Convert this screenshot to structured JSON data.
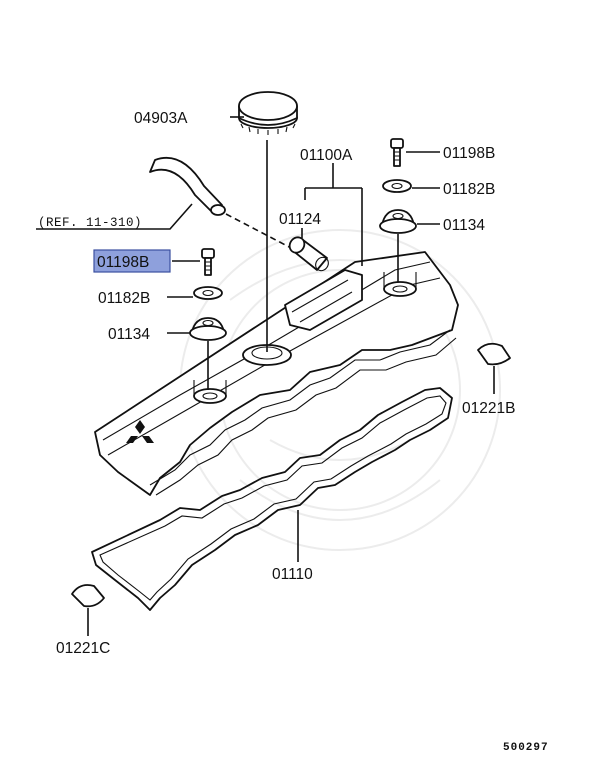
{
  "labels": {
    "cap": "04903A",
    "cover_assy": "01100A",
    "bolt_right": "01198B",
    "washer_right": "01182B",
    "grommet_right": "01134",
    "breather": "01124",
    "bolt_left": "01198B",
    "washer_left": "01182B",
    "grommet_left": "01134",
    "seal_right": "01221B",
    "gasket": "01110",
    "seal_left": "01221C"
  },
  "reference": "(REF. 11-310)",
  "diagram_id": "500297",
  "highlight_color": "#8ea0dc"
}
